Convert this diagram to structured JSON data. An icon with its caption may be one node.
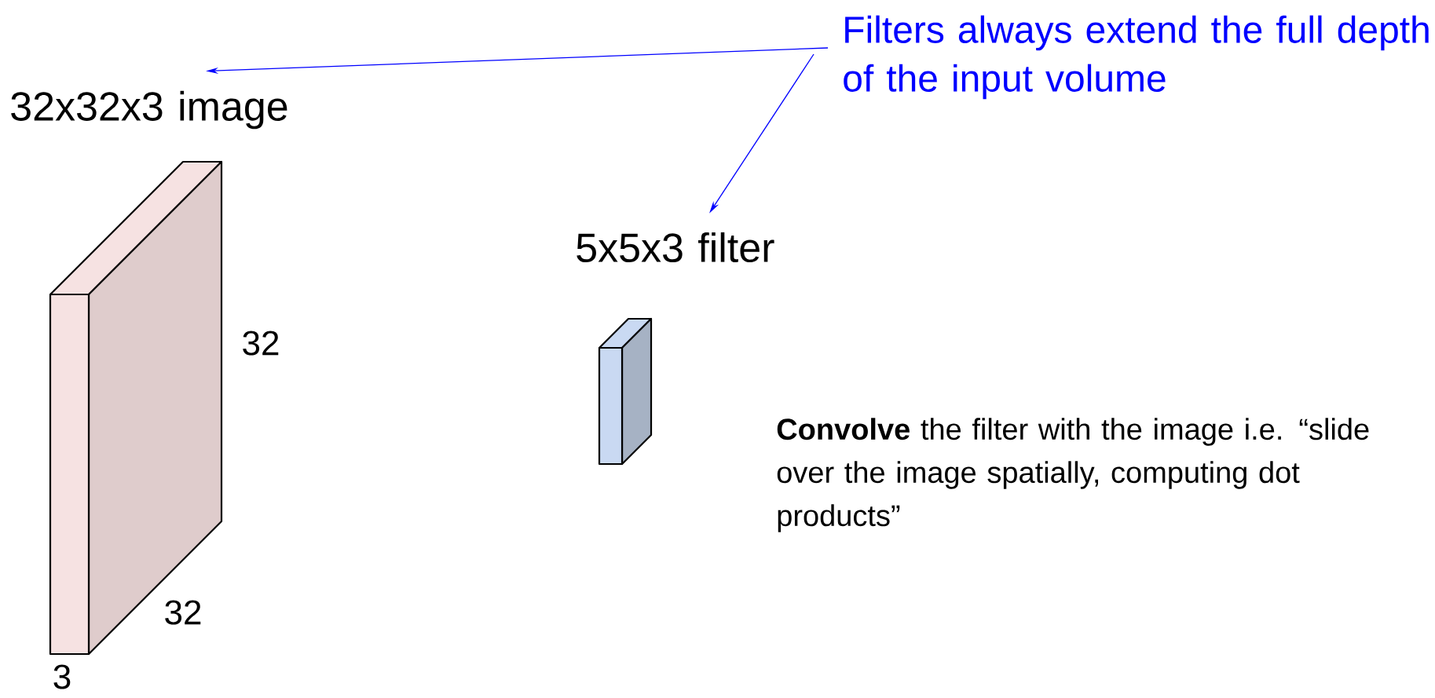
{
  "diagram": {
    "nodes": [
      {
        "text": [
          "Filters always extend the full depth of the input volume"
        ]
      },
      {
        "text": [
          "32x32x3 image"
        ]
      },
      {
        "text": [
          "5x5x3 filter"
        ]
      }
    ],
    "edges": [
      {
        "from": 0,
        "to": 1,
        "arrow": "to"
      },
      {
        "from": 0,
        "to": 2,
        "arrow": "to"
      }
    ],
    "labels": [
      "32",
      "32",
      "3",
      "**Convolve** the filter with the image i.e. “slide over the image spatially, computing dot products”"
    ]
  }
}
